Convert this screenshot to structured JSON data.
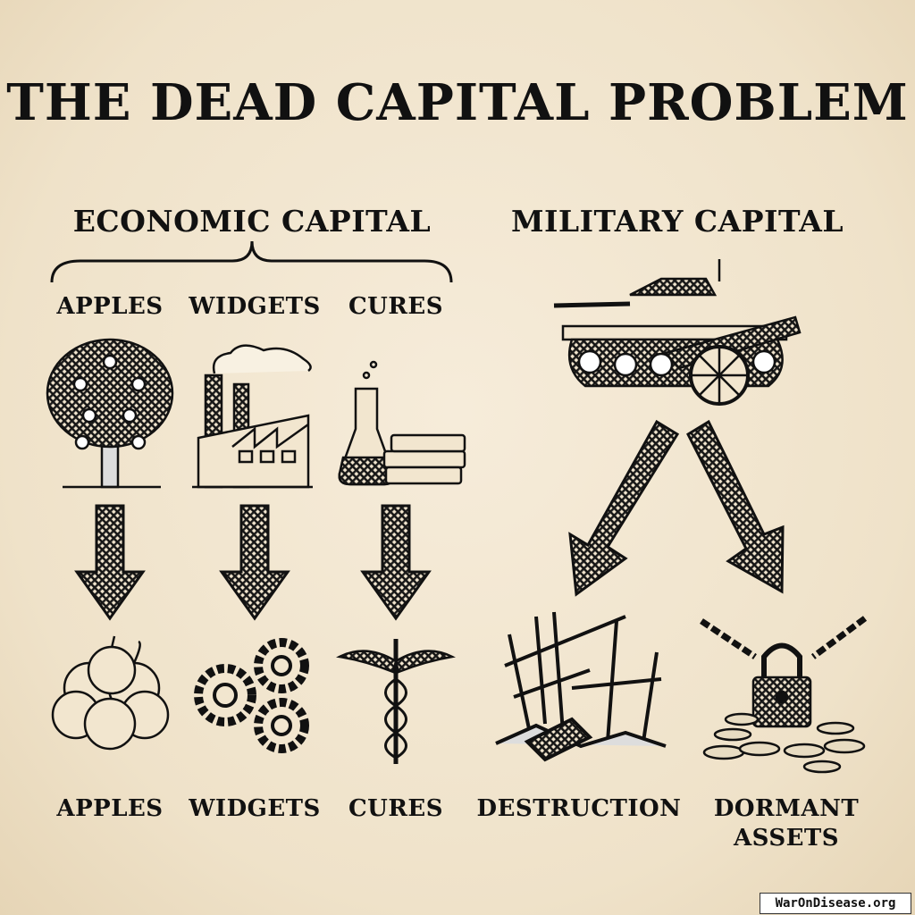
{
  "title": "THE DEAD CAPITAL PROBLEM",
  "economic": {
    "heading": "ECONOMIC CAPITAL",
    "inputs": [
      "APPLES",
      "WIDGETS",
      "CURES"
    ],
    "outputs": [
      "APPLES",
      "WIDGETS",
      "CURES"
    ]
  },
  "military": {
    "heading": "MILITARY CAPITAL",
    "outputs": [
      "DESTRUCTION",
      "DORMANT",
      "ASSETS"
    ]
  },
  "watermark": "WarOnDisease.org"
}
